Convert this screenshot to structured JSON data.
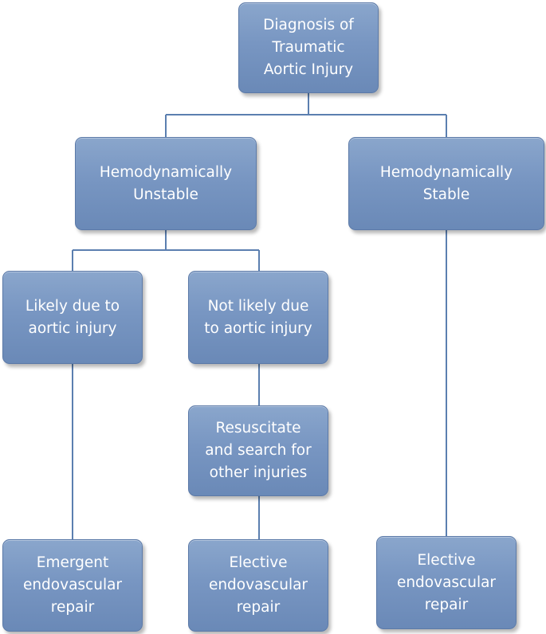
{
  "diagram": {
    "nodes": {
      "root": "Diagnosis of\nTraumatic\nAortic Injury",
      "unstable": "Hemodynamically\nUnstable",
      "stable": "Hemodynamically\nStable",
      "likely": "Likely due to\naortic injury",
      "not_likely": "Not likely due\nto aortic injury",
      "resuscitate": "Resuscitate\nand search for\nother injuries",
      "emergent_repair": "Emergent\nendovascular\nrepair",
      "elective_repair_unstable": "Elective\nendovascular\nrepair",
      "elective_repair_stable": "Elective\nendovascular\nrepair"
    },
    "edges": [
      [
        "root",
        "unstable"
      ],
      [
        "root",
        "stable"
      ],
      [
        "unstable",
        "likely"
      ],
      [
        "unstable",
        "not_likely"
      ],
      [
        "likely",
        "emergent_repair"
      ],
      [
        "not_likely",
        "resuscitate"
      ],
      [
        "resuscitate",
        "elective_repair_unstable"
      ],
      [
        "stable",
        "elective_repair_stable"
      ]
    ],
    "colors": {
      "node_fill": "#7896c2",
      "node_border": "#5c7aa8",
      "node_text": "#ffffff",
      "connector": "#5b7fb0"
    }
  }
}
